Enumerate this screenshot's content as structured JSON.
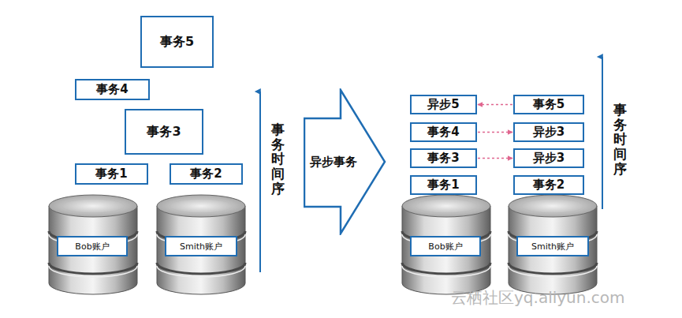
{
  "diagram": {
    "nodes": [
      {
        "text": [
          "事务5"
        ]
      },
      {
        "text": [
          "事务4"
        ]
      },
      {
        "text": [
          "事务3"
        ]
      },
      {
        "text": [
          "事务1"
        ]
      },
      {
        "text": [
          "事务2"
        ]
      },
      {
        "text": [
          "Bob账户"
        ]
      },
      {
        "text": [
          "Smith账户"
        ]
      },
      {
        "text": [
          "异步事务"
        ]
      },
      {
        "text": [
          "异步5"
        ]
      },
      {
        "text": [
          "事务5"
        ]
      },
      {
        "text": [
          "事务4"
        ]
      },
      {
        "text": [
          "异步3"
        ]
      },
      {
        "text": [
          "事务3"
        ]
      },
      {
        "text": [
          "异步3"
        ]
      },
      {
        "text": [
          "事务1"
        ]
      },
      {
        "text": [
          "事务2"
        ]
      },
      {
        "text": [
          "Bob账户"
        ]
      },
      {
        "text": [
          "Smith账户"
        ]
      }
    ],
    "edges": [
      {
        "from": 9,
        "to": 8,
        "arrow": "to"
      },
      {
        "from": 10,
        "to": 11,
        "arrow": "to"
      },
      {
        "from": 12,
        "to": 13,
        "arrow": "to"
      }
    ],
    "labels": [
      "事务时间序",
      "事务时间序",
      "云栖社区yq.aliyun.com"
    ]
  }
}
